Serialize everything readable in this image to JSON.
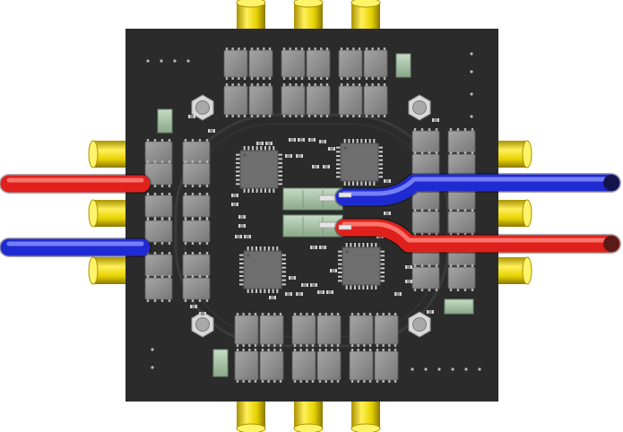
{
  "board": {
    "pcb_color": "#2b2b2b",
    "connector_color": "#e6d200",
    "component_color": "#8b8b8b",
    "header_color": "#9db99d",
    "wire_positive_color": "#e0201c",
    "wire_negative_color": "#1f2bd1"
  },
  "components": {
    "mosfet_count": 44,
    "mcu_count": 4,
    "mounting_hole_count": 4,
    "pad_connector_count": 12,
    "power_wire_count": 4
  }
}
